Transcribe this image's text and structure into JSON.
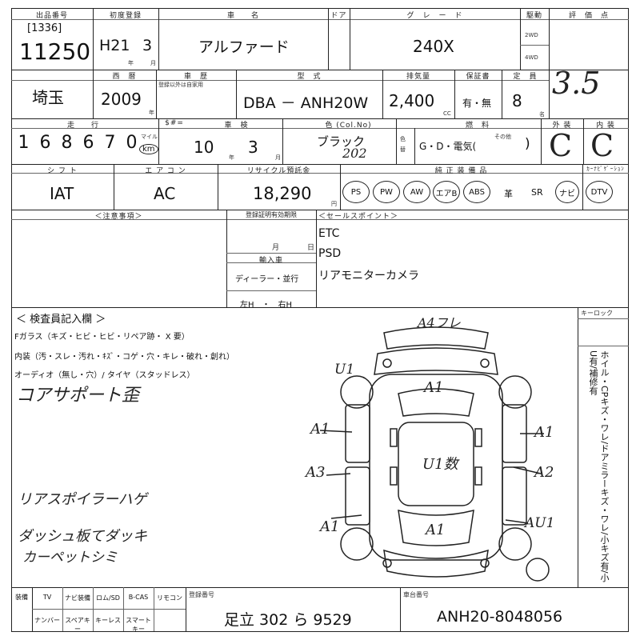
{
  "header_labels": {
    "lot": "出品番号",
    "first_reg": "初度登録",
    "car_name": "車　　名",
    "door": "ドア",
    "grade": "グ　レ　ー　ド",
    "drive": "駆動",
    "score": "評　価　点"
  },
  "lot": {
    "sub": "[1336]",
    "number": "11250"
  },
  "first_reg": {
    "era": "H21",
    "month": "3",
    "year_unit": "年",
    "month_unit": "月"
  },
  "car_name": "アルファード",
  "grade": "240X",
  "drive": {
    "two": "2WD",
    "four": "4WD"
  },
  "score": "3.5",
  "row2_labels": {
    "region": "西　暦",
    "chassis": "車　歴",
    "type": "型　式",
    "displacement": "排気量",
    "warranty": "保証書",
    "capacity": "定　員"
  },
  "prefecture": "埼玉",
  "year": "2009",
  "year_unit": "年",
  "history_note": "登録以外は自家用",
  "model_type": "DBA － ANH20W",
  "displacement": "2,400",
  "displacement_unit": "CC",
  "warranty": "有・無",
  "capacity": "8",
  "capacity_unit": "名",
  "row3_labels": {
    "mileage": "走　　行",
    "meter": "$#=",
    "inspection": "車　検",
    "color": "色 (Col.No)",
    "fuel": "燃　料",
    "exterior": "外 装",
    "interior": "内 装"
  },
  "mileage_digits": [
    "1",
    "6",
    "8",
    "6",
    "7",
    "0"
  ],
  "mileage_unit_mile": "マイル",
  "mileage_unit_km": "km",
  "inspection": {
    "year": "10",
    "year_unit": "年",
    "month": "3",
    "month_unit": "月"
  },
  "color": {
    "name": "ブラック",
    "code": "202"
  },
  "color_change": "色替",
  "fuel": "G・D・電気(",
  "fuel_other": "その他",
  "fuel_close": ")",
  "exterior_grade": "C",
  "interior_grade": "C",
  "row4_labels": {
    "shift": "シ フ ト",
    "ac": "エ ア コ ン",
    "recycle": "リサイクル預託金",
    "equipment": "純 正 装 備 品",
    "navi": "ｶｰﾅﾋﾞｹﾞｰｼｮﾝ"
  },
  "shift": "IAT",
  "aircon": "AC",
  "recycle": "18,290",
  "recycle_unit": "円",
  "equipment": [
    "PS",
    "PW",
    "AW",
    "エアB",
    "ABS"
  ],
  "equipment_text": [
    "革",
    "SR"
  ],
  "equipment_navi": [
    "ナビ",
    "DTV"
  ],
  "notes_label": "＜注意事項＞",
  "reg_label": "登録証明有効期限",
  "reg_month": "月",
  "reg_day": "日",
  "import_label": "輸入車",
  "import_dealer": "ディーラー・並行",
  "import_handle": "左H　・　右H",
  "sales_label": "＜セールスポイント＞",
  "sales_points": [
    "ETC",
    "PSD",
    "リアモニターカメラ"
  ],
  "inspector_label": "＜ 検査員記入欄 ＞",
  "inspector_lines": [
    "Fガラス（キズ・ヒビ・ヒビ・リペア跡・ X 要）",
    "内装（汚・スレ・汚れ・ｷｽﾞ・コゲ・穴・キレ・破れ・創れ）",
    "オーディオ（無し・穴）/ タイヤ（スタッドレス）"
  ],
  "handwritten_notes": [
    "コアサポート歪",
    "リアスポイラーハゲ",
    "ダッシュ板てダッキ",
    "カーペットシミ"
  ],
  "keylock_label": "キーロック",
  "right_vertical": "ホイル・CPキズ・ワレ/ドアミラーキズ・ワレ/小キズ有/小U有/補修有",
  "diagram_marks": [
    "A4フレ",
    "U1",
    "A1",
    "A1",
    "A1",
    "A3",
    "U1数",
    "A2",
    "A1",
    "A1",
    "AU1"
  ],
  "bottom_labels": {
    "equip": "装備",
    "tv": "TV",
    "navi": "ナビ装備",
    "radio": "ロム/SD",
    "bcas": "B-CAS",
    "remocon": "リモコン",
    "reg_no": "登録番号",
    "chassis_no": "車台番号",
    "number_plate": "ナンバー",
    "speaker": "スペアキー",
    "keyless": "キーレス",
    "smart": "スマートキー"
  },
  "reg_number": "足立 302 ら 9529",
  "chassis_number": "ANH20-8048056"
}
